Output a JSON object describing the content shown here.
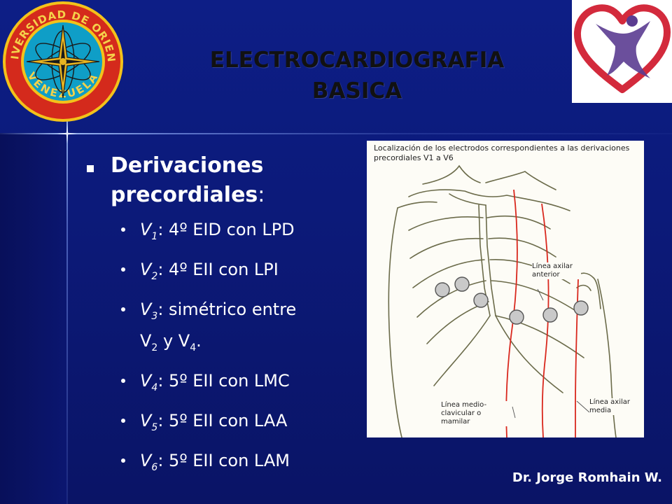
{
  "slide": {
    "title_line1": "ELECTROCARDIOGRAFIA",
    "title_line2": "BASICA",
    "author": "Dr. Jorge Romhain W."
  },
  "emblem": {
    "text_top": "UNIVERSIDAD DE ORIENTE",
    "text_bottom": "VENEZUELA"
  },
  "main_bullet": {
    "label": "Derivaciones precordiales",
    "suffix": ":"
  },
  "leads": [
    {
      "lead": "V",
      "sub": "1",
      "text": ": 4º EID con LPD"
    },
    {
      "lead": "V",
      "sub": "2",
      "text": ": 4º EII con LPI"
    },
    {
      "lead": "V",
      "sub": "3",
      "text": ": simétrico entre",
      "line2_a": "V",
      "line2_sub_a": "2",
      "line2_mid": " y V",
      "line2_sub_b": "4",
      "line2_end": "."
    },
    {
      "lead": "V",
      "sub": "4",
      "text": ": 5º EII con LMC"
    },
    {
      "lead": "V",
      "sub": "5",
      "text": ": 5º EII con LAA"
    },
    {
      "lead": "V",
      "sub": "6",
      "text": ": 5º EII con LAM"
    }
  ],
  "figure": {
    "caption": "Localización de los electrodos correspondientes a las derivaciones precordiales V1 a V6",
    "label_axilar_anterior": "Línea axilar anterior",
    "label_medio_clavicular": "Línea medio-clavicular o mamilar",
    "label_axilar_media": "Línea axilar media"
  },
  "colors": {
    "background": "#0d1e86",
    "title_text": "#111111",
    "bullet_text": "#ffffff",
    "emblem_ring": "#d42a1c",
    "emblem_inner": "#0f9ec7",
    "emblem_star": "#e6b422",
    "logo_heart": "#d32a3c",
    "logo_figure": "#5b3c91",
    "electrode_line": "#d9281e"
  }
}
